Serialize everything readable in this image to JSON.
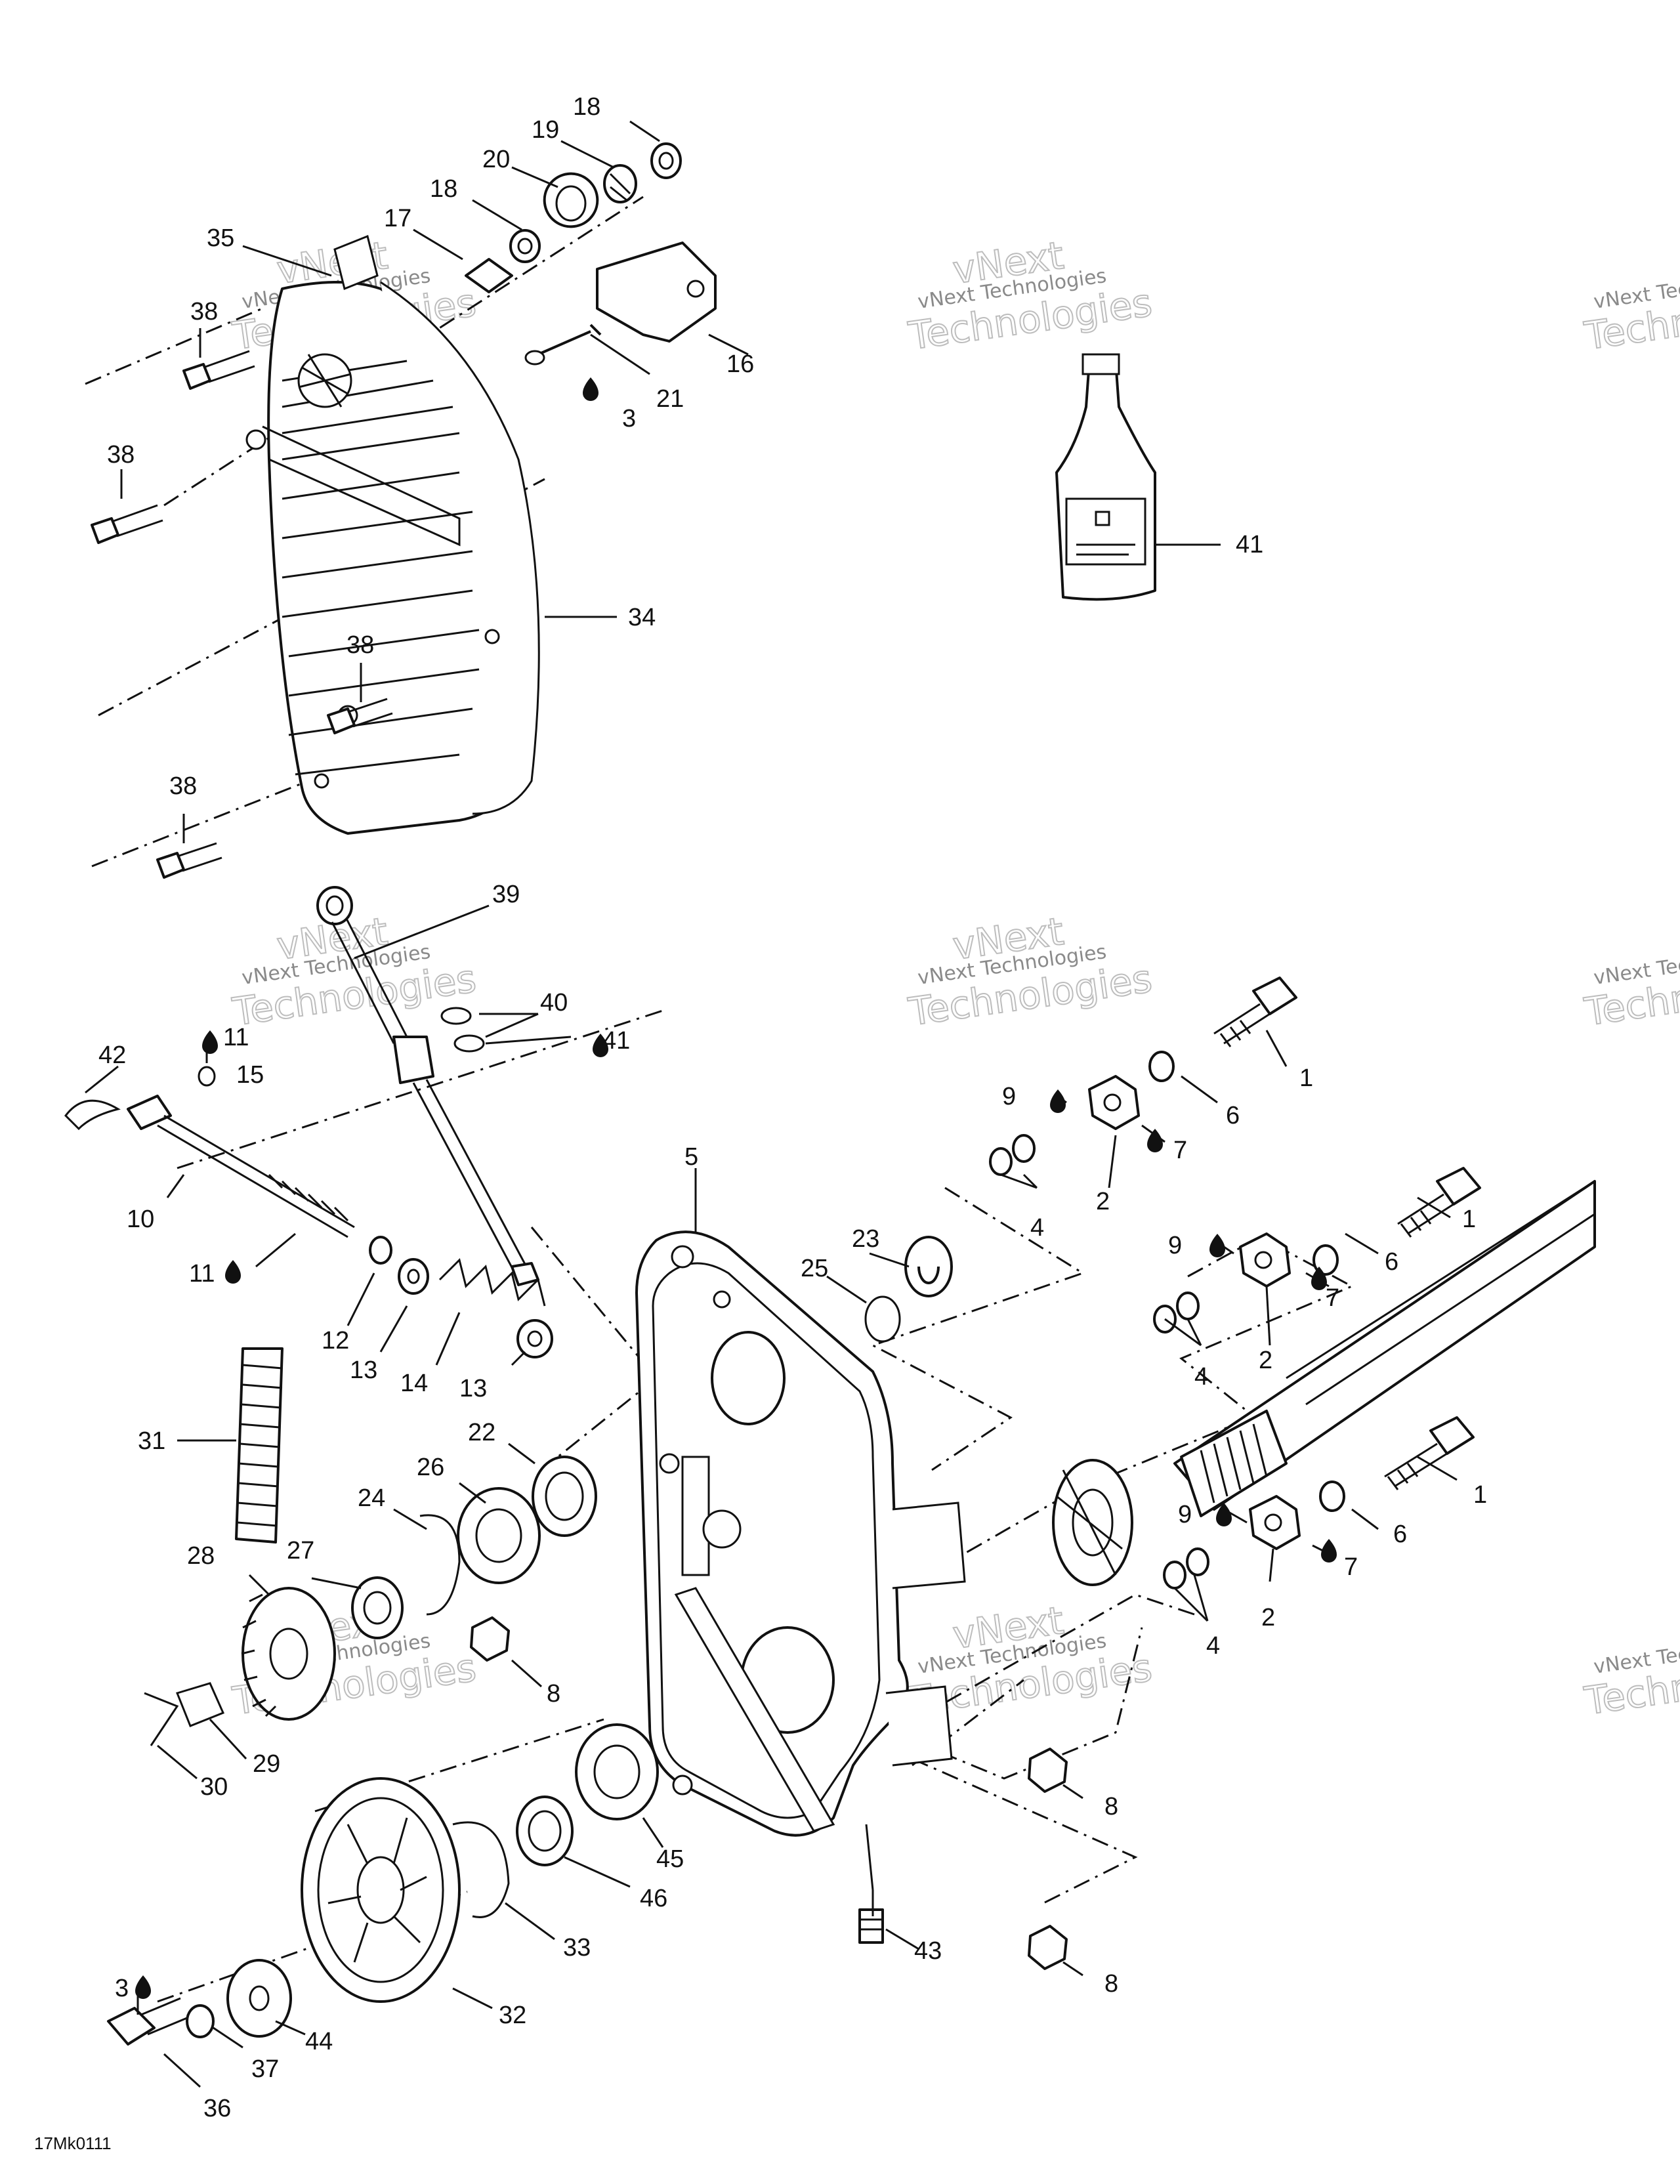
{
  "drawing_ref": "17Mk0111",
  "watermark": {
    "line1": "vNext Technologies",
    "line2": "Technologies",
    "faint_brand": "vNext"
  },
  "callouts": [
    {
      "label": "18"
    },
    {
      "label": "19"
    },
    {
      "label": "20"
    },
    {
      "label": "18"
    },
    {
      "label": "17"
    },
    {
      "label": "35"
    },
    {
      "label": "38"
    },
    {
      "label": "16"
    },
    {
      "label": "3"
    },
    {
      "label": "21"
    },
    {
      "label": "38"
    },
    {
      "label": "41"
    },
    {
      "label": "34"
    },
    {
      "label": "38"
    },
    {
      "label": "38"
    },
    {
      "label": "39"
    },
    {
      "label": "40"
    },
    {
      "label": "41"
    },
    {
      "label": "11"
    },
    {
      "label": "42"
    },
    {
      "label": "15"
    },
    {
      "label": "1"
    },
    {
      "label": "9"
    },
    {
      "label": "6"
    },
    {
      "label": "7"
    },
    {
      "label": "5"
    },
    {
      "label": "2"
    },
    {
      "label": "10"
    },
    {
      "label": "4"
    },
    {
      "label": "1"
    },
    {
      "label": "11"
    },
    {
      "label": "23"
    },
    {
      "label": "9"
    },
    {
      "label": "6"
    },
    {
      "label": "25"
    },
    {
      "label": "7"
    },
    {
      "label": "12"
    },
    {
      "label": "13"
    },
    {
      "label": "14"
    },
    {
      "label": "13"
    },
    {
      "label": "2"
    },
    {
      "label": "4"
    },
    {
      "label": "31"
    },
    {
      "label": "22"
    },
    {
      "label": "26"
    },
    {
      "label": "1"
    },
    {
      "label": "24"
    },
    {
      "label": "9"
    },
    {
      "label": "6"
    },
    {
      "label": "28"
    },
    {
      "label": "27"
    },
    {
      "label": "7"
    },
    {
      "label": "2"
    },
    {
      "label": "4"
    },
    {
      "label": "8"
    },
    {
      "label": "29"
    },
    {
      "label": "30"
    },
    {
      "label": "8"
    },
    {
      "label": "45"
    },
    {
      "label": "46"
    },
    {
      "label": "33"
    },
    {
      "label": "43"
    },
    {
      "label": "3"
    },
    {
      "label": "44"
    },
    {
      "label": "8"
    },
    {
      "label": "32"
    },
    {
      "label": "37"
    },
    {
      "label": "36"
    }
  ]
}
